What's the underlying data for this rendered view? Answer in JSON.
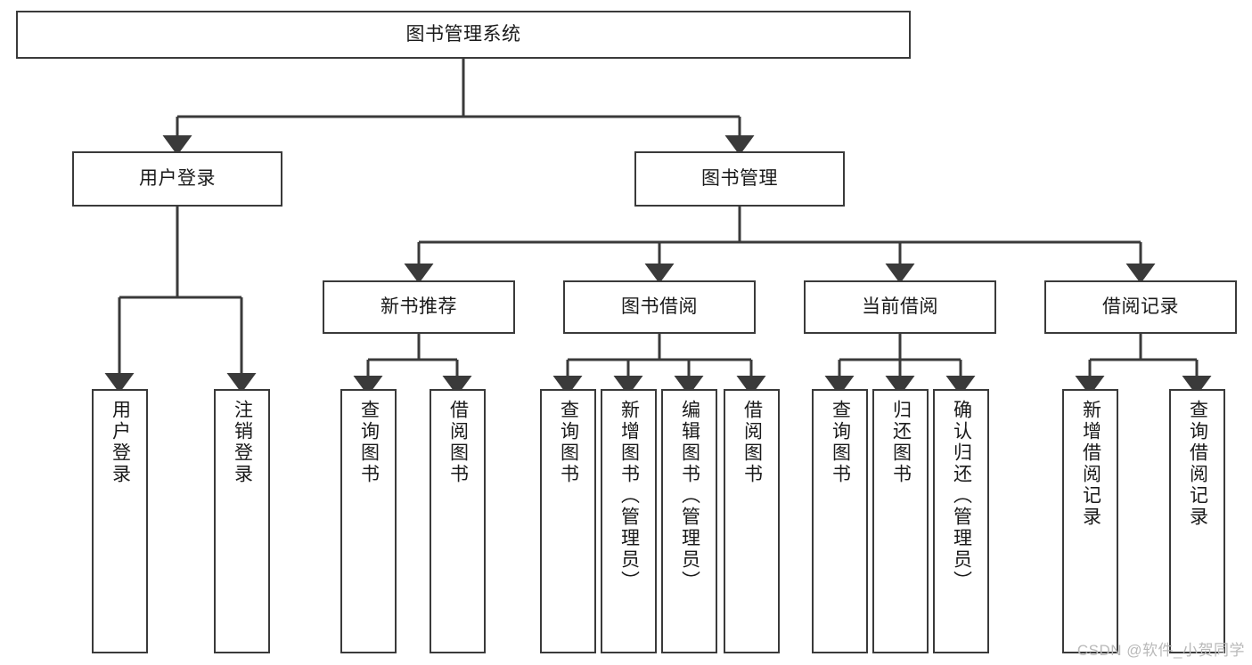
{
  "diagram": {
    "title": "图书管理系统",
    "type": "tree-hierarchy-chart",
    "watermark": "CSDN @软件_小贺同学",
    "colors": {
      "stroke": "#3a3a3a",
      "fill": "#ffffff",
      "text": "#1a1a1a",
      "watermark": "#b9b9b9"
    },
    "root": {
      "label": "图书管理系统"
    },
    "level2": [
      {
        "label": "用户登录"
      },
      {
        "label": "图书管理"
      }
    ],
    "level3": [
      {
        "label": "新书推荐"
      },
      {
        "label": "图书借阅"
      },
      {
        "label": "当前借阅"
      },
      {
        "label": "借阅记录"
      }
    ],
    "leaves": {
      "user_login": [
        {
          "label": "用户登录"
        },
        {
          "label": "注销登录"
        }
      ],
      "new_book_recommend": [
        {
          "label": "查询图书"
        },
        {
          "label": "借阅图书"
        }
      ],
      "book_borrow": [
        {
          "label": "查询图书"
        },
        {
          "label": "新增图书（管理员）"
        },
        {
          "label": "编辑图书（管理员）"
        },
        {
          "label": "借阅图书"
        }
      ],
      "current_borrow": [
        {
          "label": "查询图书"
        },
        {
          "label": "归还图书"
        },
        {
          "label": "确认归还（管理员）"
        }
      ],
      "borrow_record": [
        {
          "label": "新增借阅记录"
        },
        {
          "label": "查询借阅记录"
        }
      ]
    }
  }
}
